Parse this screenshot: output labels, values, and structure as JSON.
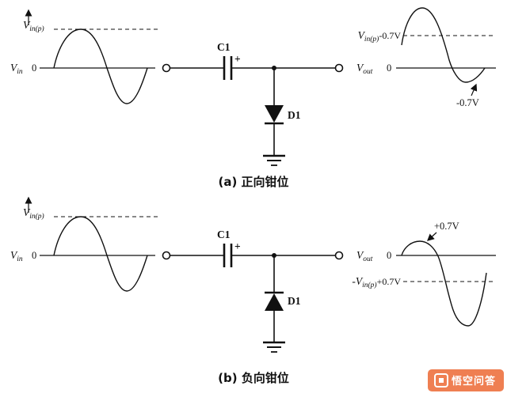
{
  "sections": [
    {
      "caption": "(a) 正向钳位",
      "input_wave": {
        "peak_label": {
          "base": "V",
          "sub": "in(p)"
        },
        "axis_label": {
          "base": "V",
          "sub": "in"
        },
        "zero": "0"
      },
      "circuit": {
        "capacitor_label": "C1",
        "polarity": "+",
        "diode_label": "D1"
      },
      "output_wave": {
        "peak_label": {
          "base": "V",
          "sub": "in(p)",
          "suffix": "-0.7V"
        },
        "axis_label": {
          "base": "V",
          "sub": "out"
        },
        "zero": "0",
        "clamp_annotation": "-0.7V"
      }
    },
    {
      "caption": "(b) 负向钳位",
      "input_wave": {
        "peak_label": {
          "base": "V",
          "sub": "in(p)"
        },
        "axis_label": {
          "base": "V",
          "sub": "in"
        },
        "zero": "0"
      },
      "circuit": {
        "capacitor_label": "C1",
        "polarity": "+",
        "diode_label": "D1"
      },
      "output_wave": {
        "clamp_annotation": "+0.7V",
        "axis_label": {
          "base": "V",
          "sub": "out"
        },
        "zero": "0",
        "trough_label": {
          "base": "-V",
          "sub": "in(p)",
          "suffix": "+0.7V"
        }
      }
    }
  ],
  "watermark": {
    "text": "悟空问答",
    "color": "#ee7443"
  }
}
